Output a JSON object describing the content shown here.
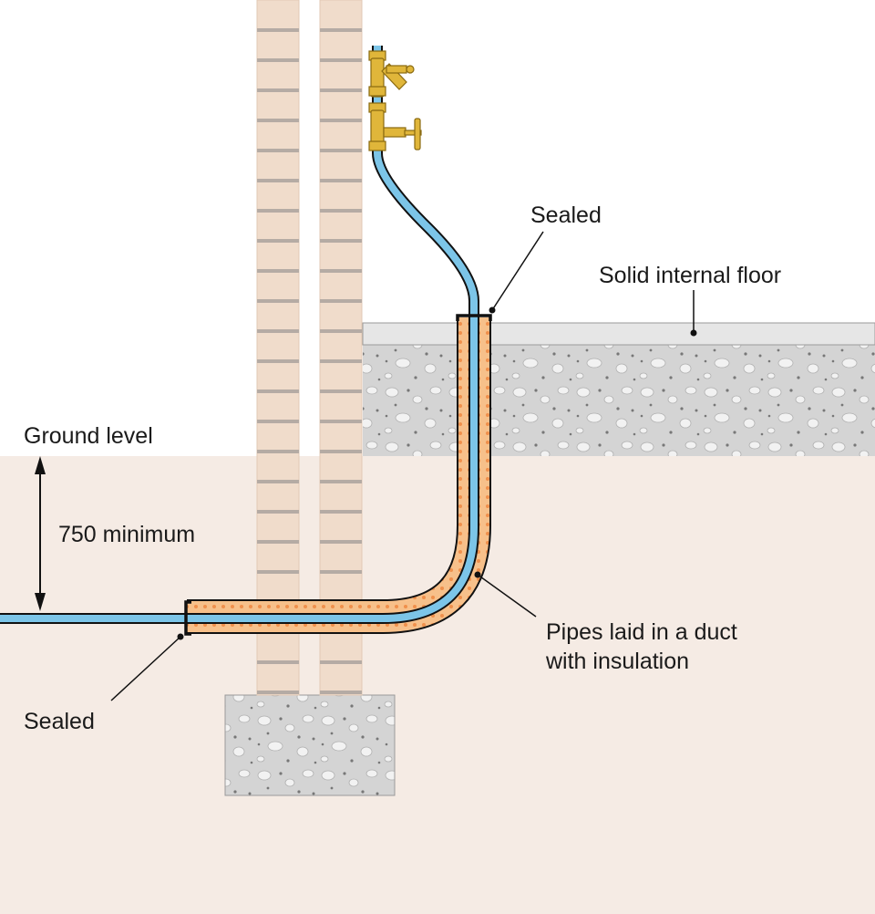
{
  "labels": {
    "ground_level": "Ground level",
    "depth": "750 minimum",
    "sealed_top": "Sealed",
    "sealed_bottom": "Sealed",
    "floor": "Solid internal floor",
    "duct_line1": "Pipes laid in a duct",
    "duct_line2": "with insulation"
  },
  "colors": {
    "ground": "#f5ebe4",
    "brick": "#f0dccb",
    "mortar": "#b5aba4",
    "concrete": "#d4d4d4",
    "screed": "#e6e6e6",
    "pipe": "#7cc5e8",
    "duct_insulation": "#f7c08a",
    "insulation_dots": "#f0904c",
    "valve_brass": "#e0b63a"
  },
  "icons": {
    "valves": [
      "stopcock-icon",
      "drain-valve-icon"
    ]
  }
}
